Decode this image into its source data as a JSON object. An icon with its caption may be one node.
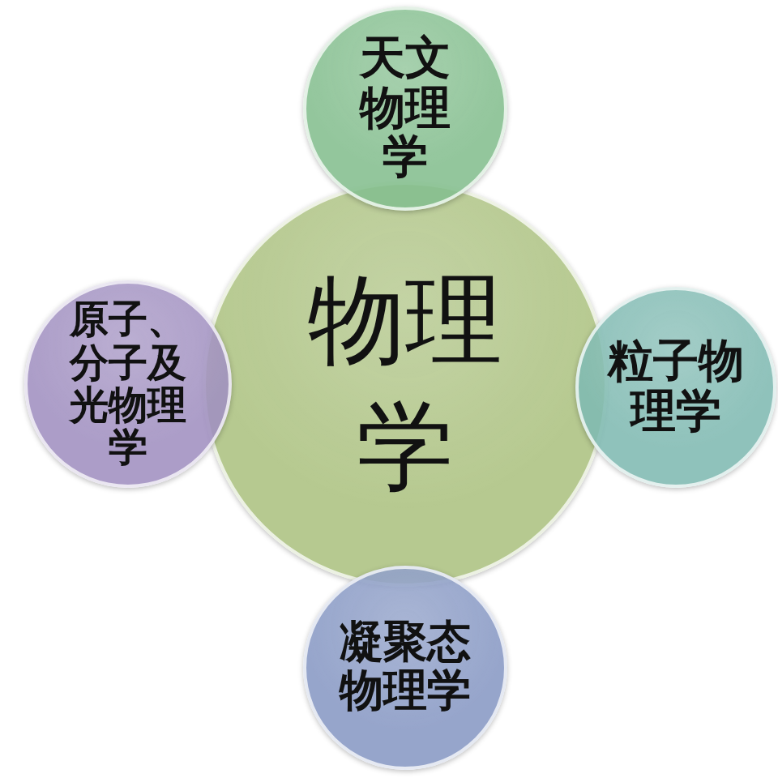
{
  "diagram": {
    "nodes": [
      {
        "text": [
          "天文物理学"
        ]
      },
      {
        "text": [
          "原子、分子及光物理学"
        ]
      },
      {
        "text": [
          "物理学"
        ]
      },
      {
        "text": [
          "粒子物理学"
        ]
      },
      {
        "text": [
          "凝聚态物理学"
        ]
      }
    ]
  }
}
